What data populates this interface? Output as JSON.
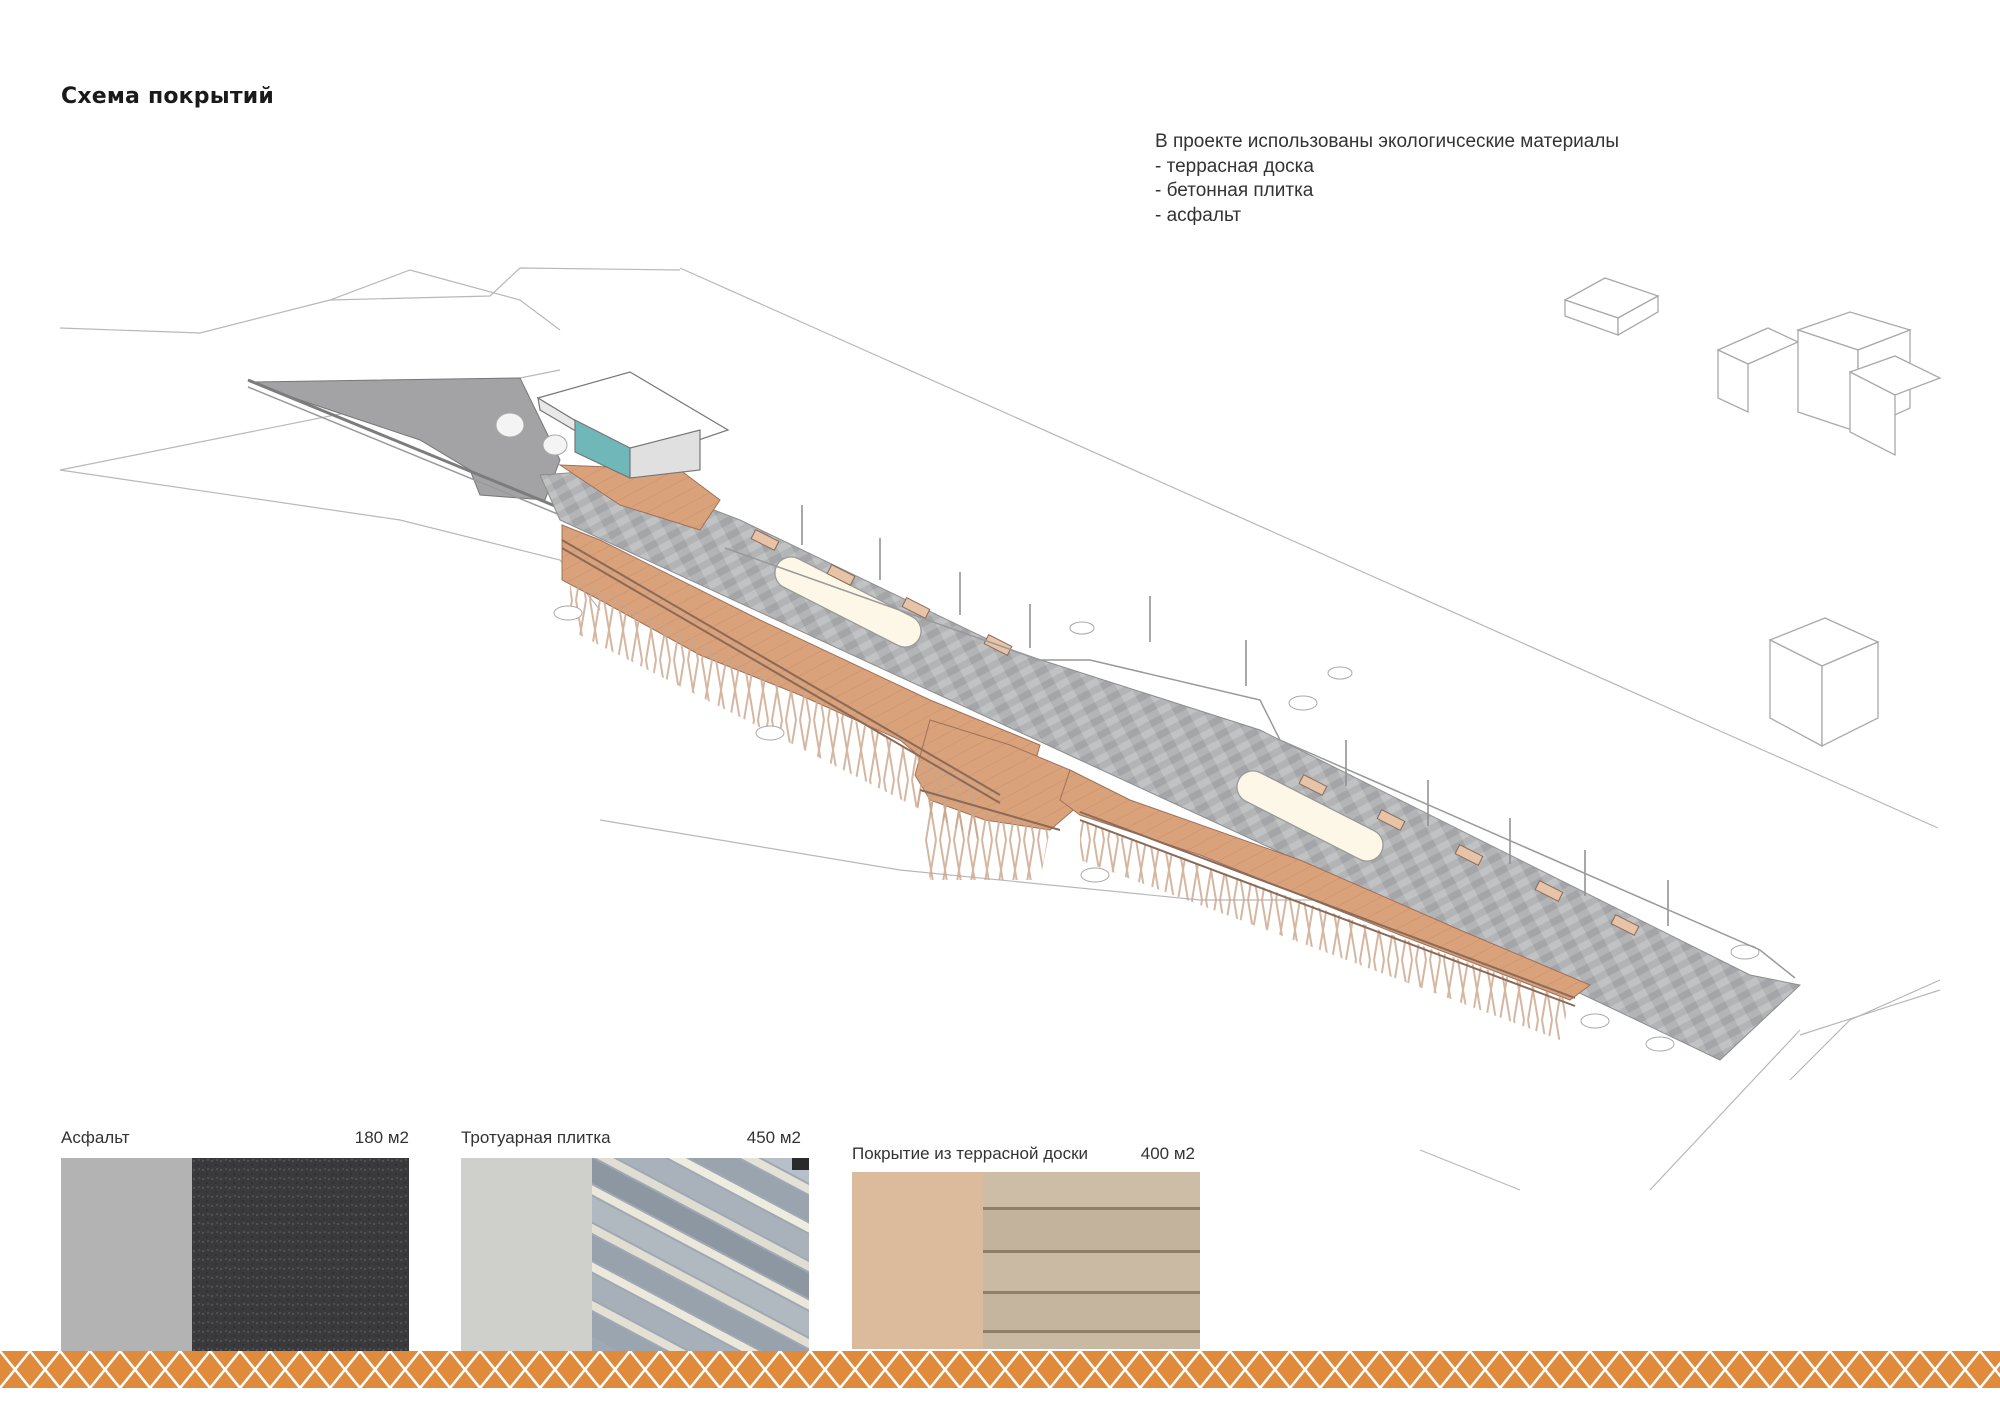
{
  "title": "Схема покрытий",
  "notes": {
    "intro": "В проекте использованы экологичсеские материалы",
    "items": [
      "- террасная доска",
      "- бетонная плитка",
      "- асфальт"
    ]
  },
  "legend": [
    {
      "name": "Асфальт",
      "area": "180 м2",
      "color": "#b3b3b3",
      "texture": "asphalt"
    },
    {
      "name": "Тротуарная плитка",
      "area": "450 м2",
      "color": "#cfd0cb",
      "texture": "paving-tile"
    },
    {
      "name": "Покрытие из террасной доски",
      "area": "400 м2",
      "color": "#dbbb9c",
      "texture": "terrace-board"
    }
  ],
  "colors": {
    "accent_band": "#e08a3c",
    "wood": "#d9a07a",
    "paving": "#a9abad",
    "asphalt_plan": "#a0a0a0",
    "glass": "#6fb7b8"
  }
}
